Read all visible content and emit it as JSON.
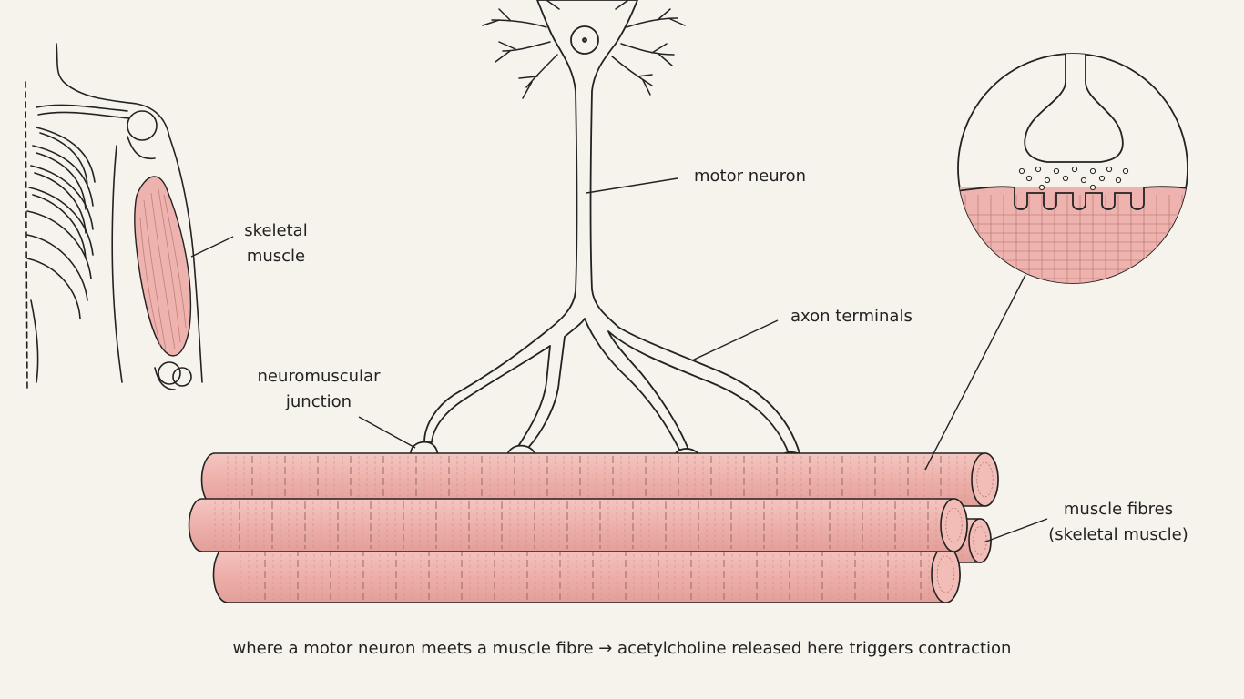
{
  "labels": {
    "motor_neuron": "motor neuron",
    "skeletal_muscle": [
      "skeletal",
      "muscle"
    ],
    "axon_terminals": "axon terminals",
    "neuromuscular_junction": [
      "neuromuscular",
      "junction"
    ],
    "muscle_fibres": [
      "muscle fibres",
      "(skeletal muscle)"
    ]
  },
  "caption": "where a motor neuron meets a muscle fibre → acetylcholine released here triggers contraction",
  "colors": {
    "background": "#f6f2ec",
    "ink": "#222222",
    "muscle_fill": "#eeb3ae",
    "muscle_stripe": "#c98f8a",
    "neuron_fill": "#f6f2ec"
  }
}
